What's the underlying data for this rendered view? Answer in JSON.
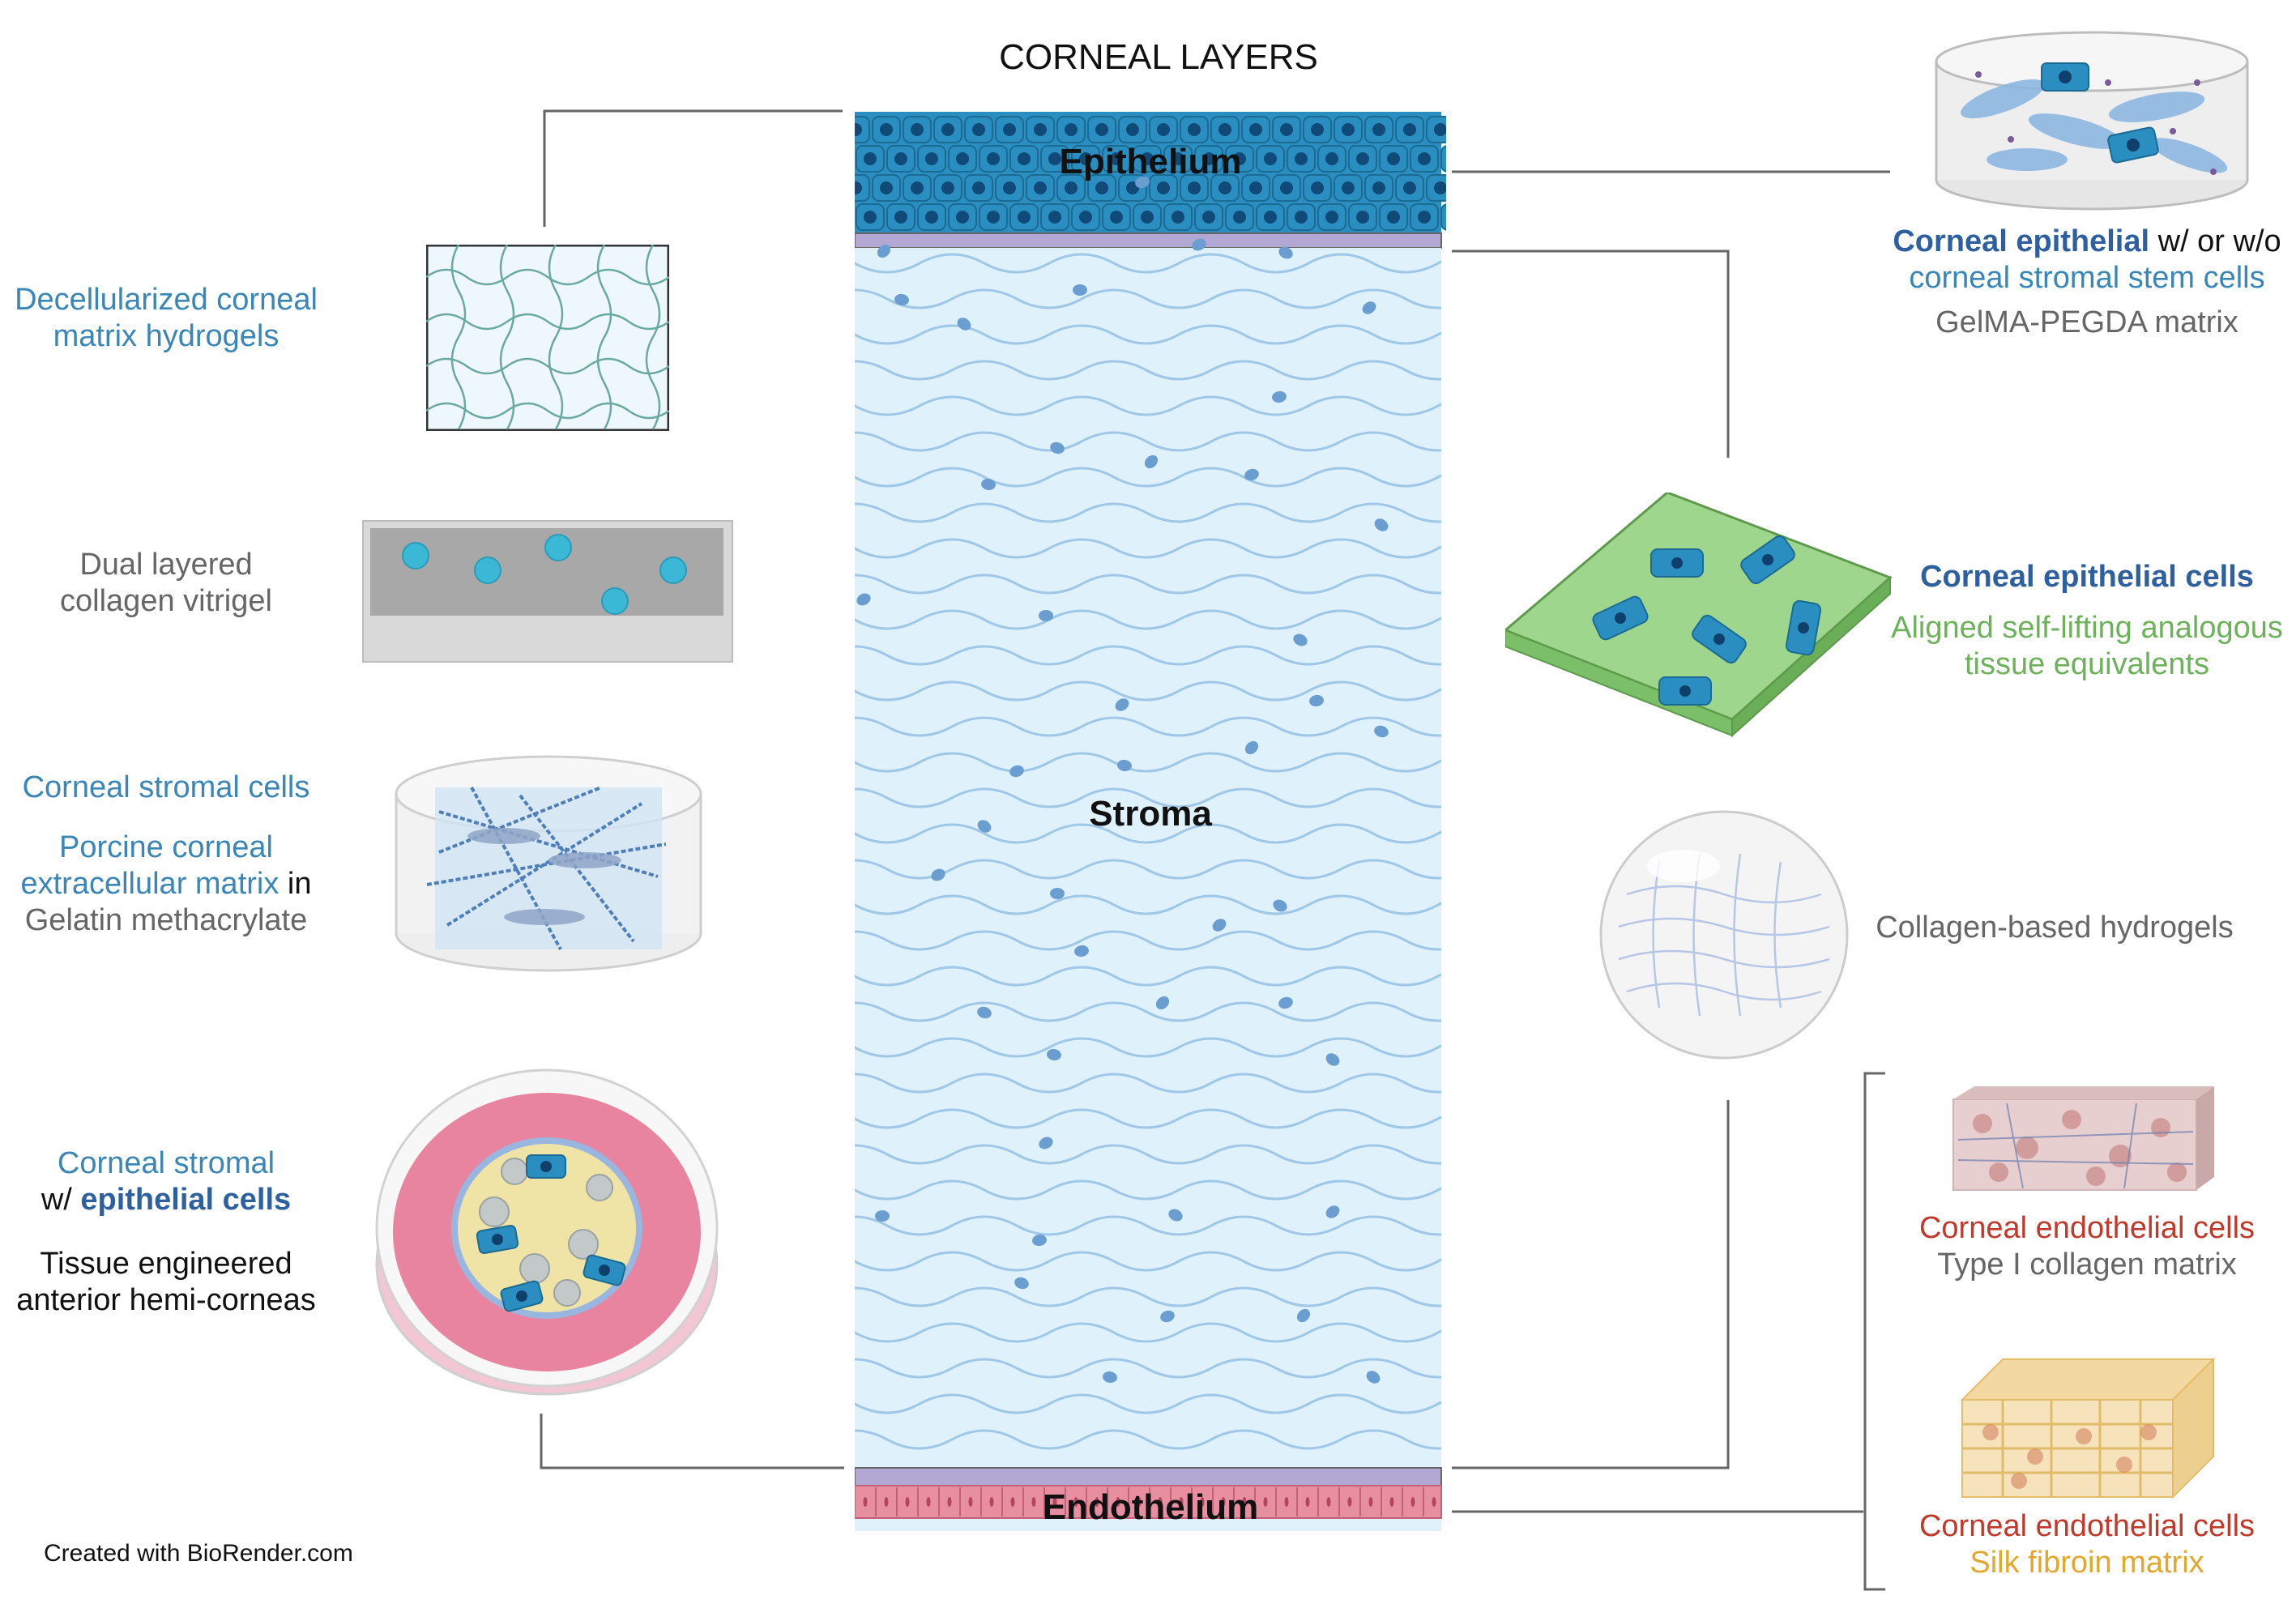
{
  "diagram": {
    "title": "CORNEAL LAYERS",
    "layers": {
      "epithelium": "Epithelium",
      "stroma": "Stroma",
      "endothelium": "Endothelium"
    },
    "credit": "Created with BioRender.com"
  },
  "left_models": [
    {
      "id": "decell",
      "line1": "Decellularized corneal",
      "line2": "matrix hydrogels"
    },
    {
      "id": "vitrigel",
      "line1": "Dual layered",
      "line2": "collagen vitrigel"
    },
    {
      "id": "stromal-gelma",
      "heading": "Corneal stromal cells",
      "line1": "Porcine corneal",
      "line2a": "extracellular matrix",
      "line2b": " in",
      "line3": "Gelatin methacrylate"
    },
    {
      "id": "hemi-cornea",
      "line1": "Corneal stromal",
      "line2a": "w/ ",
      "line2b": "epithelial cells",
      "line3": "Tissue engineered",
      "line4": "anterior hemi-corneas"
    }
  ],
  "right_models": [
    {
      "id": "gelma-pegda",
      "line1a": "Corneal epithelial",
      "line1b": " w/ or w/o",
      "line2": "corneal stromal stem cells",
      "line3": "GelMA-PEGDA matrix"
    },
    {
      "id": "self-lifting",
      "line1": "Corneal epithelial cells",
      "line2": "Aligned self-lifting analogous",
      "line3": "tissue equivalents"
    },
    {
      "id": "collagen-hydrogels",
      "line1": "Collagen-based hydrogels"
    },
    {
      "id": "type1-collagen",
      "line1": "Corneal endothelial cells",
      "line2": "Type I collagen matrix"
    },
    {
      "id": "silk-fibroin",
      "line1": "Corneal endothelial cells",
      "line2": "Silk fibroin matrix"
    }
  ],
  "colors": {
    "epithelium": "#2a8fc0",
    "stroma_bg": "#dff1fa",
    "stroma_fiber": "#9fc7e8",
    "membrane": "#b3a8d3",
    "endothelium": "#e88ea1",
    "connector": "#666666"
  }
}
